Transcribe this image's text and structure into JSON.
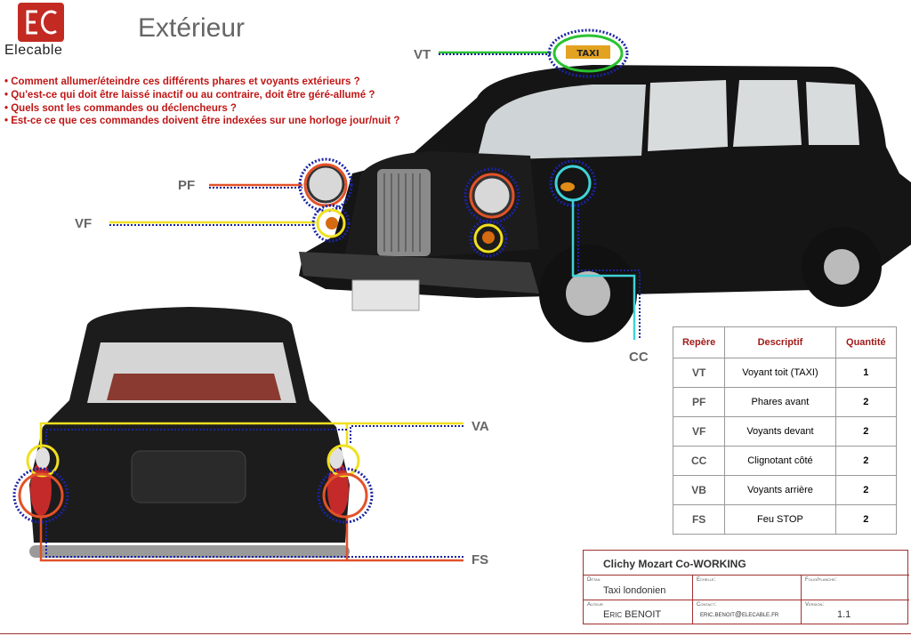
{
  "brand": {
    "name": "Elecable"
  },
  "title": "Extérieur",
  "questions": [
    "• Comment allumer/éteindre ces différents phares et voyants extérieurs ?",
    "• Qu'est-ce qui doit être laissé inactif ou au contraire, doit être géré-allumé ?",
    "• Quels sont les commandes ou déclencheurs ?",
    "• Est-ce ce que ces commandes doivent être indexées sur une horloge jour/nuit ?"
  ],
  "callouts": {
    "vt": "VT",
    "pf": "PF",
    "vf": "VF",
    "cc": "CC",
    "va": "VA",
    "fs": "FS"
  },
  "taxi_sign": "TAXI",
  "table": {
    "headers": [
      "Repère",
      "Descriptif",
      "Quantité"
    ],
    "rows": [
      {
        "ref": "VT",
        "desc": "Voyant toit (TAXI)",
        "qty": "1"
      },
      {
        "ref": "PF",
        "desc": "Phares avant",
        "qty": "2"
      },
      {
        "ref": "VF",
        "desc": "Voyants devant",
        "qty": "2"
      },
      {
        "ref": "CC",
        "desc": "Clignotant côté",
        "qty": "2"
      },
      {
        "ref": "VB",
        "desc": "Voyants arrière",
        "qty": "2"
      },
      {
        "ref": "FS",
        "desc": "Feu STOP",
        "qty": "2"
      }
    ]
  },
  "cartouche": {
    "project": "Clichy Mozart Co-WORKING",
    "detail_label": "Détail",
    "detail": "Taxi londonien",
    "echelle_label": "Echelle:",
    "folio_label": "Folio/planche:",
    "auteur_label": "Auteur",
    "auteur": "Eric BENOIT",
    "contact_label": "Contact:",
    "contact": "eric.benoit@elecable.fr",
    "version_label": "Version:",
    "version": "1.1"
  },
  "colors": {
    "accent_red": "#c01616",
    "line_red": "#e2522a",
    "line_blue": "#1a23a0",
    "line_yellow": "#f0e020",
    "line_cyan": "#3fd3d8",
    "line_green": "#2ac230"
  }
}
